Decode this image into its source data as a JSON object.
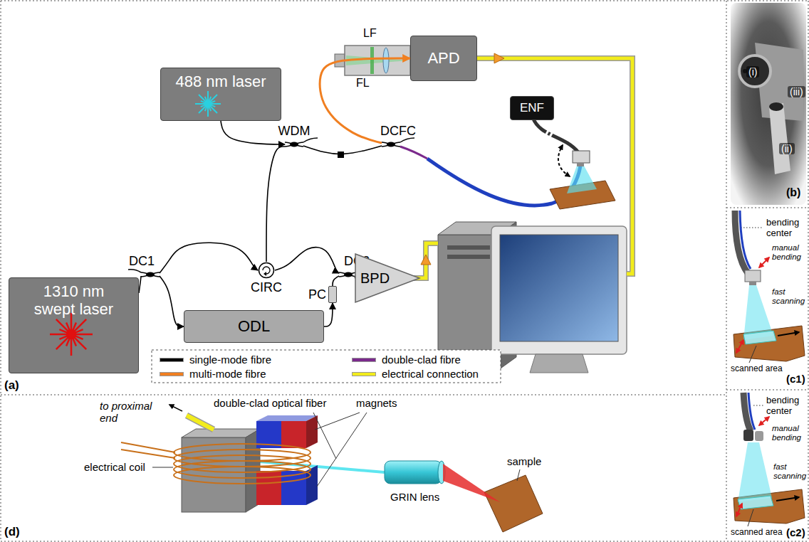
{
  "diagram": {
    "nodes": [
      {
        "text": [
          "488 nm laser"
        ]
      },
      {
        "text": [
          "WDM"
        ]
      },
      {
        "text": [
          "DCFC"
        ]
      },
      {
        "text": [
          "APD"
        ]
      },
      {
        "text": [
          "ENF"
        ]
      },
      {
        "text": [
          "DC1"
        ]
      },
      {
        "text": [
          "CIRC"
        ]
      },
      {
        "text": [
          "DC2"
        ]
      },
      {
        "text": [
          "BPD"
        ]
      },
      {
        "text": [
          "1310 nm swept laser"
        ]
      },
      {
        "text": [
          "ODL"
        ]
      },
      {
        "text": [
          "PC"
        ]
      }
    ],
    "edges": [
      {
        "from": 0,
        "to": 1,
        "arrow": "to"
      },
      {
        "from": 6,
        "to": 1,
        "arrow": "none"
      },
      {
        "from": 1,
        "to": 2,
        "arrow": "none"
      },
      {
        "from": 2,
        "to": 3,
        "arrow": "to"
      },
      {
        "from": 9,
        "to": 5,
        "arrow": "none"
      },
      {
        "from": 5,
        "to": 6,
        "arrow": "to"
      },
      {
        "from": 5,
        "to": 10,
        "arrow": "to"
      },
      {
        "from": 6,
        "to": 7,
        "arrow": "to"
      },
      {
        "from": 10,
        "to": 11,
        "arrow": "to"
      },
      {
        "from": 11,
        "to": 7,
        "arrow": "none"
      },
      {
        "from": 7,
        "to": 8,
        "arrow": "none"
      }
    ],
    "labels": [
      "LF",
      "FL",
      "(a)",
      "(b)",
      "(i)",
      "(ii)",
      "(iii)",
      "bending center",
      "manual bending",
      "scanned area",
      "fast scanning",
      "(c1)",
      "bending center",
      "manual bending",
      "scanned area",
      "fast scanning",
      "(c2)",
      "to proximal end",
      "double-clad optical fiber",
      "magnets",
      "electrical coil",
      "GRIN lens",
      "sample",
      "(d)"
    ],
    "legend": [
      {
        "text": "single-mode fibre",
        "color": "#000000"
      },
      {
        "text": "double-clad fibre",
        "color": "#7b2a8c"
      },
      {
        "text": "multi-mode fibre",
        "color": "#f07f21"
      },
      {
        "text": "electrical connection",
        "color": "#f2ec1c"
      }
    ]
  }
}
